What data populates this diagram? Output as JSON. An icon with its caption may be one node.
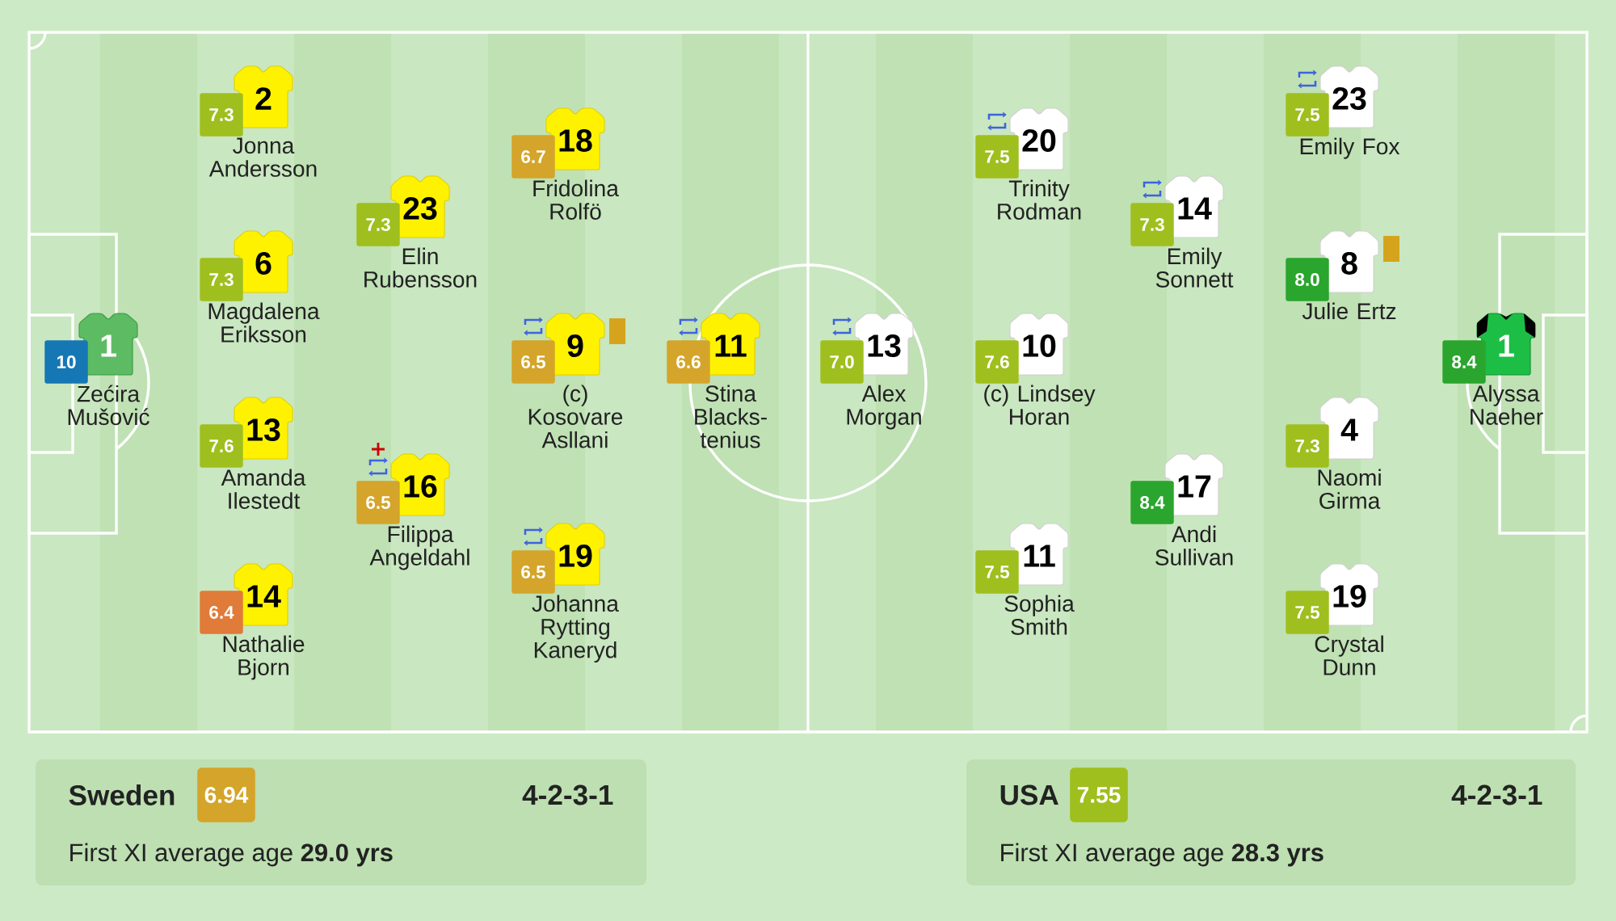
{
  "diagram": {
    "nodes": [
      {
        "text": [
          "1"
        ],
        "beside": [
          "10",
          "Zećira Mušović"
        ]
      },
      {
        "text": [
          "2"
        ],
        "beside": [
          "7.3",
          "Jonna Andersson"
        ]
      },
      {
        "text": [
          "6"
        ],
        "beside": [
          "7.3",
          "Magdalena Eriksson"
        ]
      },
      {
        "text": [
          "13"
        ],
        "beside": [
          "7.6",
          "Amanda Ilestedt"
        ]
      },
      {
        "text": [
          "14"
        ],
        "beside": [
          "6.4",
          "Nathalie Bjorn"
        ]
      },
      {
        "text": [
          "23"
        ],
        "beside": [
          "7.3",
          "Elin Rubensson"
        ]
      },
      {
        "text": [
          "16"
        ],
        "beside": [
          "6.5",
          "Filippa Angeldahl"
        ]
      },
      {
        "text": [
          "18"
        ],
        "beside": [
          "6.7",
          "Fridolina Rolfö"
        ]
      },
      {
        "text": [
          "9"
        ],
        "beside": [
          "6.5",
          "(c) Kosovare Asllani"
        ]
      },
      {
        "text": [
          "19"
        ],
        "beside": [
          "6.5",
          "Johanna Rytting Kaneryd"
        ]
      },
      {
        "text": [
          "11"
        ],
        "beside": [
          "6.6",
          "Stina Blacks-tenius"
        ]
      },
      {
        "text": [
          "13"
        ],
        "beside": [
          "7.0",
          "Alex Morgan"
        ]
      },
      {
        "text": [
          "10"
        ],
        "beside": [
          "7.6",
          "(c) Lindsey Horan"
        ]
      },
      {
        "text": [
          "20"
        ],
        "beside": [
          "7.5",
          "Trinity Rodman"
        ]
      },
      {
        "text": [
          "11"
        ],
        "beside": [
          "7.5",
          "Sophia Smith"
        ]
      },
      {
        "text": [
          "14"
        ],
        "beside": [
          "7.3",
          "Emily Sonnett"
        ]
      },
      {
        "text": [
          "17"
        ],
        "beside": [
          "8.4",
          "Andi Sullivan"
        ]
      },
      {
        "text": [
          "23"
        ],
        "beside": [
          "7.5",
          "Emily Fox"
        ]
      },
      {
        "text": [
          "8"
        ],
        "beside": [
          "8.0",
          "Julie Ertz"
        ]
      },
      {
        "text": [
          "4"
        ],
        "beside": [
          "7.3",
          "Naomi Girma"
        ]
      },
      {
        "text": [
          "19"
        ],
        "beside": [
          "7.5",
          "Crystal Dunn"
        ]
      },
      {
        "text": [
          "1"
        ],
        "beside": [
          "8.4",
          "Alyssa Naeher"
        ]
      },
      {
        "text": [
          "Sweden",
          "4-2-3-1",
          "First XI average age **29.0 yrs**"
        ]
      },
      {
        "text": [
          "6.94"
        ],
        "in": 22
      },
      {
        "text": [
          "USA",
          "4-2-3-1",
          "First XI average age **28.3 yrs**"
        ]
      },
      {
        "text": [
          "7.55"
        ],
        "in": 24
      }
    ]
  }
}
